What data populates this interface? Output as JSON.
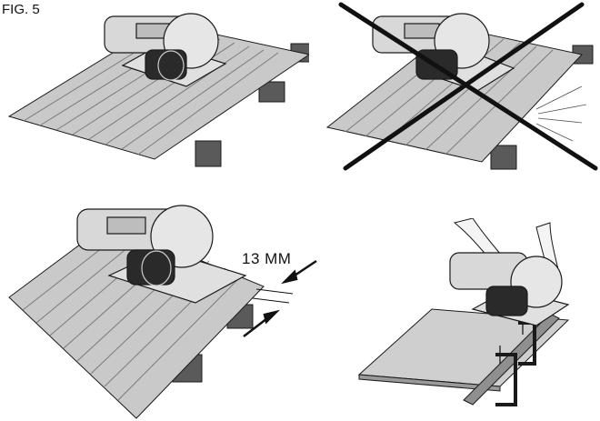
{
  "figure": {
    "label": "FIG. 5",
    "dimension_label": "13 MM"
  },
  "panels": [
    {
      "id": "panel-correct-support",
      "icon": "circular-saw-on-roofing-sheet-supported"
    },
    {
      "id": "panel-incorrect-support",
      "icon": "crossed-out-x-icon"
    },
    {
      "id": "panel-cut-offset",
      "icon": "dimension-arrows-icon"
    },
    {
      "id": "panel-clamped-sheet",
      "icon": "c-clamp-icon"
    }
  ],
  "colors": {
    "line": "#1a1a1a",
    "sheet": "#c9c9c9",
    "sheet_dark": "#9a9a9a",
    "saw_body": "#d8d8d8",
    "saw_dark": "#2a2a2a",
    "wood": "#5a5a5a"
  }
}
